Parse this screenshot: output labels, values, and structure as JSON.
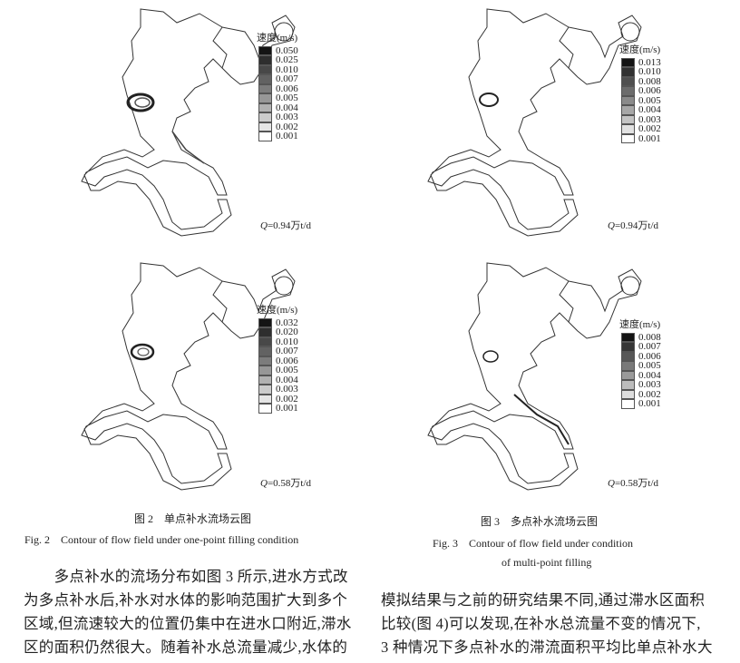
{
  "figure2": {
    "panels": [
      {
        "legend_title": "速度(m/s)",
        "legend_values": [
          "0.050",
          "0.025",
          "0.010",
          "0.007",
          "0.006",
          "0.005",
          "0.004",
          "0.003",
          "0.002",
          "0.001"
        ],
        "q_var": "Q",
        "q_value": "=0.94万t/d"
      },
      {
        "legend_title": "速度(m/s)",
        "legend_values": [
          "0.032",
          "0.020",
          "0.010",
          "0.007",
          "0.006",
          "0.005",
          "0.004",
          "0.003",
          "0.002",
          "0.001"
        ],
        "q_var": "Q",
        "q_value": "=0.58万t/d"
      }
    ],
    "caption_cn": "图 2　单点补水流场云图",
    "caption_en": "Fig. 2　Contour of flow field under one-point filling condition"
  },
  "figure3": {
    "panels": [
      {
        "legend_title": "速度(m/s)",
        "legend_values": [
          "0.013",
          "0.010",
          "0.008",
          "0.006",
          "0.005",
          "0.004",
          "0.003",
          "0.002",
          "0.001"
        ],
        "q_var": "Q",
        "q_value": "=0.94万t/d"
      },
      {
        "legend_title": "速度(m/s)",
        "legend_values": [
          "0.008",
          "0.007",
          "0.006",
          "0.005",
          "0.004",
          "0.003",
          "0.002",
          "0.001"
        ],
        "q_var": "Q",
        "q_value": "=0.58万t/d"
      }
    ],
    "caption_cn": "图 3　多点补水流场云图",
    "caption_en_1": "Fig. 3　Contour of flow field under condition",
    "caption_en_2": "of multi-point filling"
  },
  "body_left": [
    "　　多点补水的流场分布如图 3 所示,进水方式改",
    "为多点补水后,补水对水体的影响范围扩大到多个",
    "区域,但流速较大的位置仍集中在进水口附近,滞水",
    "区的面积仍然很大。随着补水总流量减少,水体的"
  ],
  "body_right": [
    "模拟结果与之前的研究结果不同,通过滞水区面积",
    "比较(图 4)可以发现,在补水总流量不变的情况下,",
    "3 种情况下多点补水的滞流面积平均比单点补水大"
  ]
}
